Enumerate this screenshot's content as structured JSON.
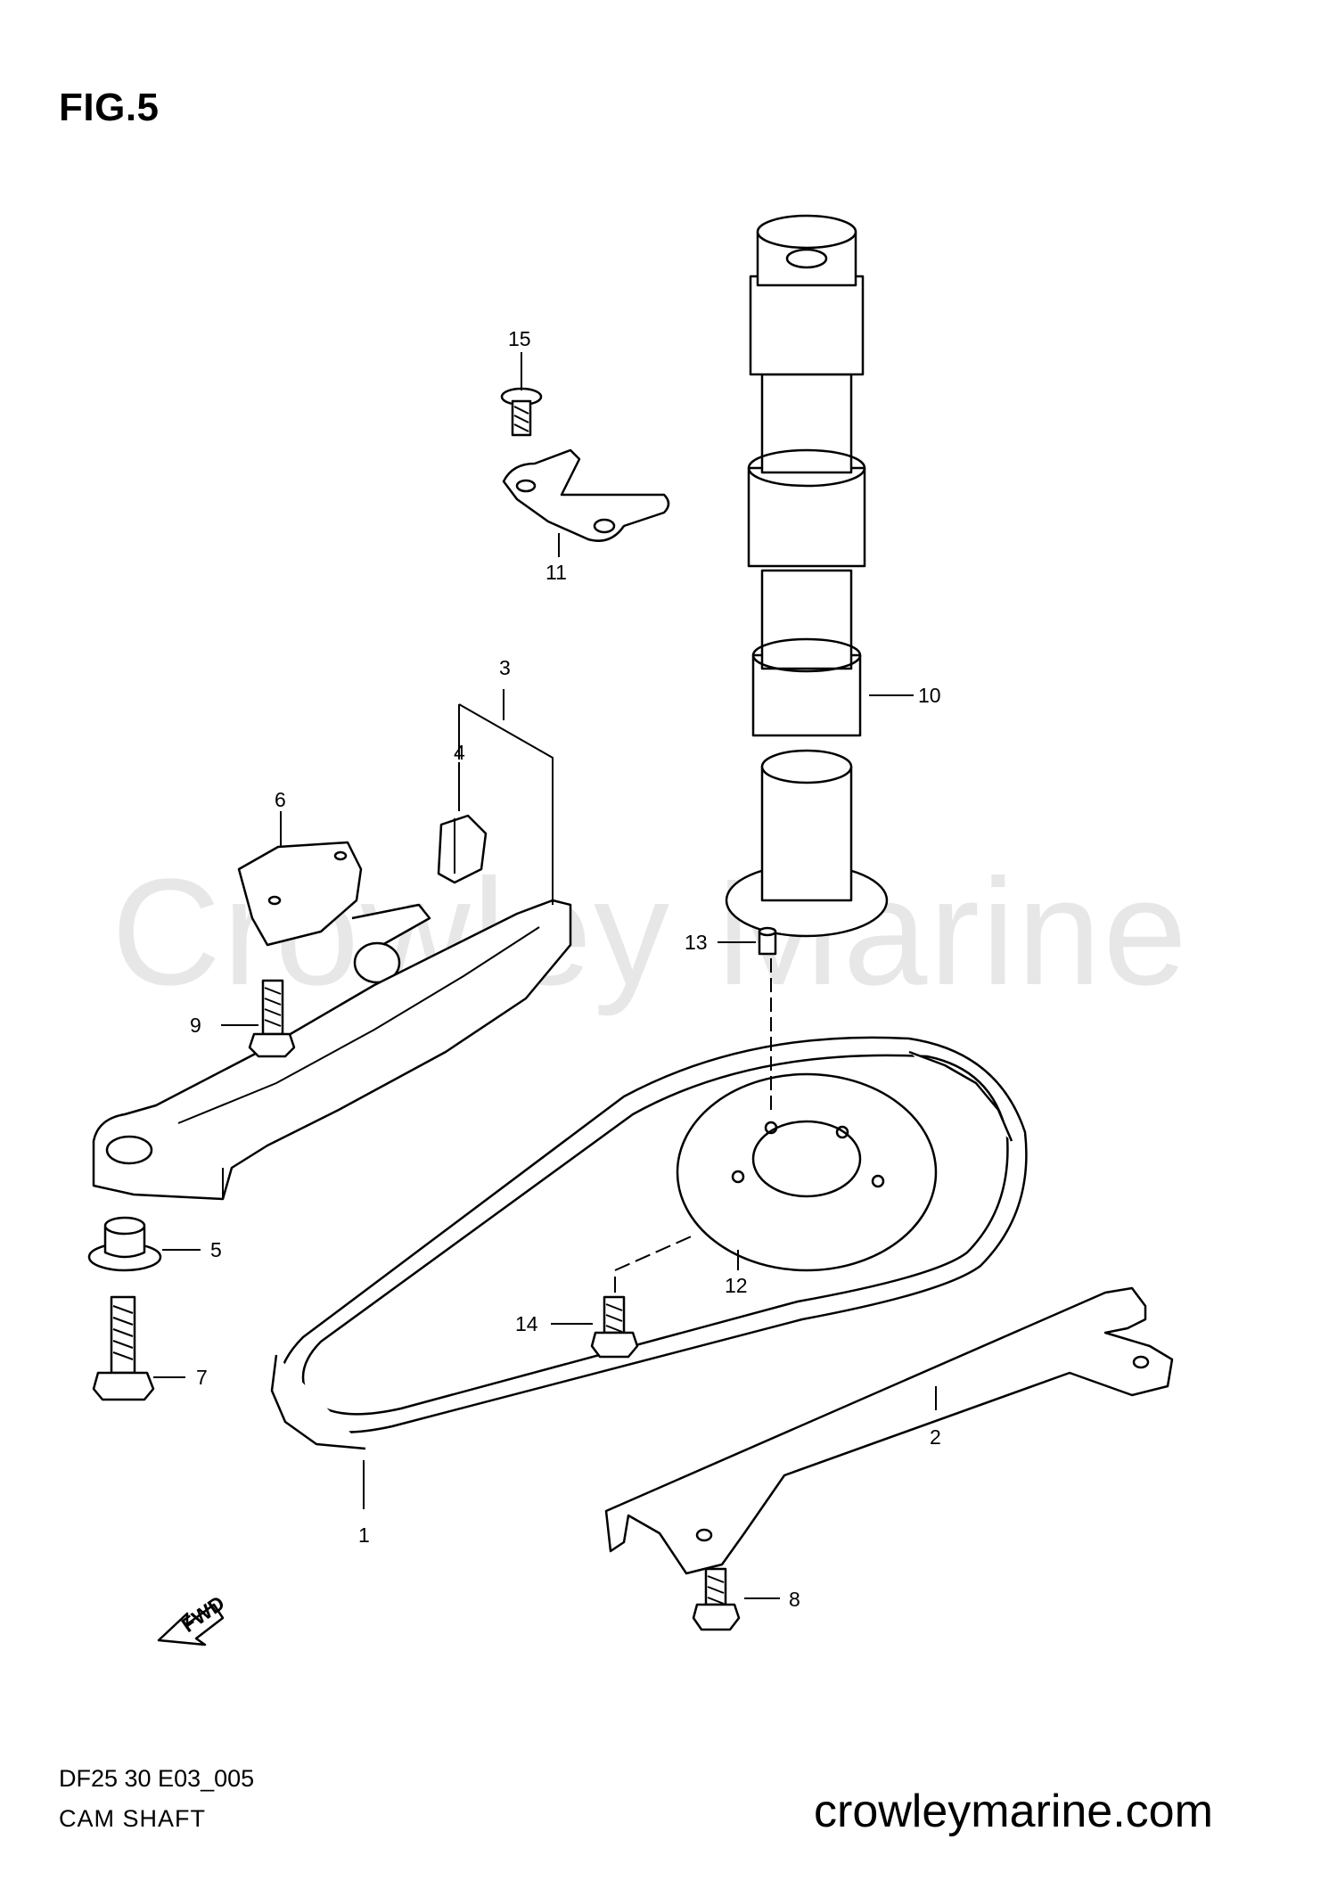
{
  "header": {
    "figure": "FIG.5"
  },
  "watermark": "Crowley Marine",
  "footer": {
    "code": "DF25 30 E03_005",
    "title": "CAM SHAFT",
    "site": "crowleymarine.com"
  },
  "fwd_label": "FWD",
  "callouts": [
    {
      "id": "1",
      "label": "1"
    },
    {
      "id": "2",
      "label": "2"
    },
    {
      "id": "3",
      "label": "3"
    },
    {
      "id": "4",
      "label": "4"
    },
    {
      "id": "5",
      "label": "5"
    },
    {
      "id": "6",
      "label": "6"
    },
    {
      "id": "7",
      "label": "7"
    },
    {
      "id": "8",
      "label": "8"
    },
    {
      "id": "9",
      "label": "9"
    },
    {
      "id": "10",
      "label": "10"
    },
    {
      "id": "11",
      "label": "11"
    },
    {
      "id": "12",
      "label": "12"
    },
    {
      "id": "13",
      "label": "13"
    },
    {
      "id": "14",
      "label": "14"
    },
    {
      "id": "15",
      "label": "15"
    }
  ]
}
